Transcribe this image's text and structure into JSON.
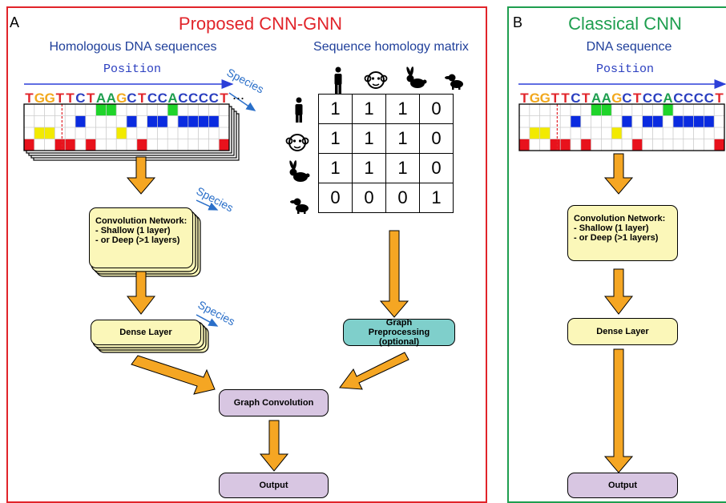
{
  "panelA": {
    "letter": "A",
    "title": "Proposed CNN-GNN",
    "title_color": "#e1242a",
    "border_color": "#e1242a",
    "seq_heading": "Homologous DNA sequences",
    "position_label": "Position",
    "species_label": "Species",
    "ellipsis": "...",
    "matrix_heading": "Sequence homology matrix",
    "matrix": [
      [
        1,
        1,
        1,
        0
      ],
      [
        1,
        1,
        1,
        0
      ],
      [
        1,
        1,
        1,
        0
      ],
      [
        0,
        0,
        0,
        1
      ]
    ],
    "conv_title": "Convolution Network:",
    "conv_line1": "- Shallow (1 layer)",
    "conv_line2": "- or Deep (>1 layers)",
    "dense": "Dense Layer",
    "graph_pre": "Graph Preprocessing (optional)",
    "graph_conv": "Graph Convolution",
    "output": "Output"
  },
  "panelB": {
    "letter": "B",
    "title": "Classical CNN",
    "title_color": "#1e9e4f",
    "border_color": "#1e9e4f",
    "seq_heading": "DNA sequence",
    "position_label": "Position",
    "conv_title": "Convolution Network:",
    "conv_line1": "- Shallow (1 layer)",
    "conv_line2": "- or Deep (>1 layers)",
    "dense": "Dense Layer",
    "output": "Output"
  },
  "sequence": [
    {
      "b": "T",
      "c": "#e1242a"
    },
    {
      "b": "G",
      "c": "#f2a81d"
    },
    {
      "b": "G",
      "c": "#f2a81d"
    },
    {
      "b": "T",
      "c": "#e1242a"
    },
    {
      "b": "T",
      "c": "#e1242a"
    },
    {
      "b": "C",
      "c": "#2b3fc0"
    },
    {
      "b": "T",
      "c": "#e1242a"
    },
    {
      "b": "A",
      "c": "#1e9e4f"
    },
    {
      "b": "A",
      "c": "#1e9e4f"
    },
    {
      "b": "G",
      "c": "#f2a81d"
    },
    {
      "b": "C",
      "c": "#2b3fc0"
    },
    {
      "b": "T",
      "c": "#e1242a"
    },
    {
      "b": "C",
      "c": "#2b3fc0"
    },
    {
      "b": "C",
      "c": "#2b3fc0"
    },
    {
      "b": "A",
      "c": "#1e9e4f"
    },
    {
      "b": "C",
      "c": "#2b3fc0"
    },
    {
      "b": "C",
      "c": "#2b3fc0"
    },
    {
      "b": "C",
      "c": "#2b3fc0"
    },
    {
      "b": "C",
      "c": "#2b3fc0"
    },
    {
      "b": "T",
      "c": "#e1242a"
    }
  ],
  "species_icons": [
    "human-icon",
    "monkey-icon",
    "rabbit-icon",
    "dog-icon"
  ],
  "colors": {
    "box_yellow": "#fbf7b9",
    "box_teal": "#7fcfcb",
    "box_purple": "#d8c6e2",
    "arrow_orange": "#f5a623",
    "blue_arrow": "#2c3fd8"
  }
}
